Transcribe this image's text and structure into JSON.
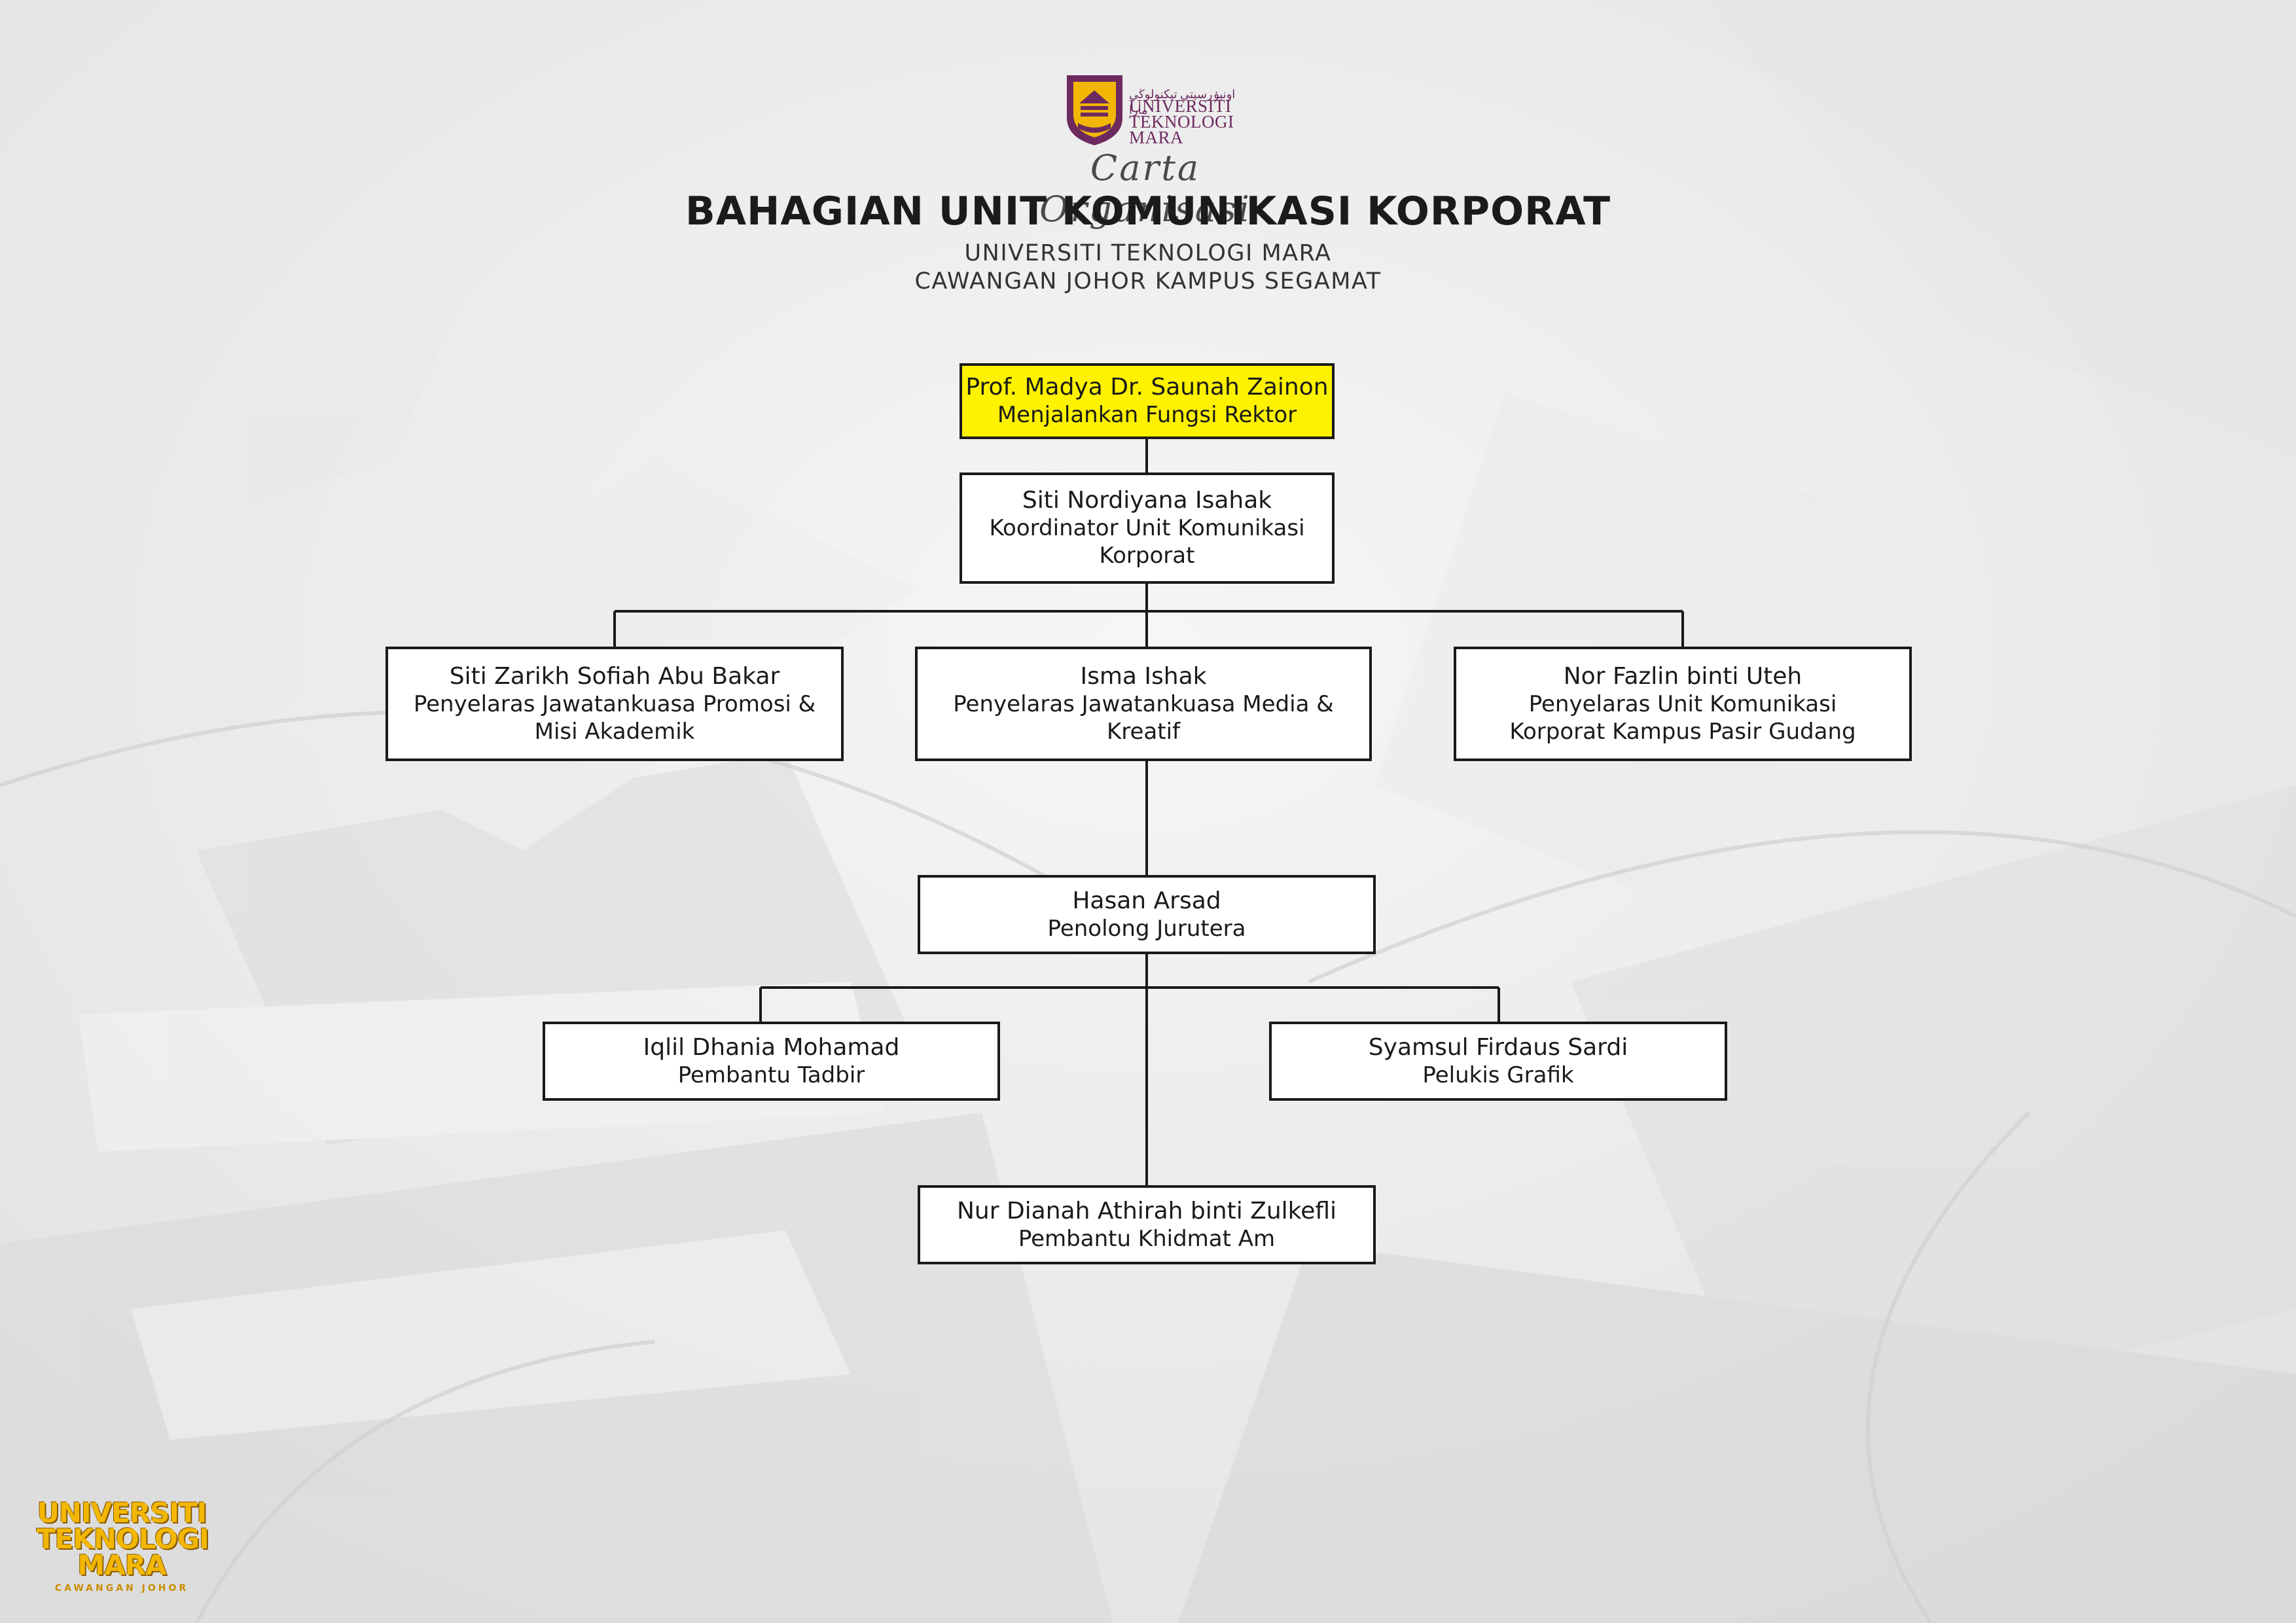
{
  "header": {
    "logo_text": [
      "UNIVERSITI",
      "TEKNOLOGI",
      "MARA"
    ],
    "logo_jawi": "اونيۏرسيتي تيكنولوڬي مارا",
    "carta": "Carta Organisasi",
    "title": "BAHAGIAN UNIT KOMUNIKASI KORPORAT",
    "subtitle_1": "UNIVERSITI TEKNOLOGI MARA",
    "subtitle_2": "CAWANGAN JOHOR KAMPUS SEGAMAT"
  },
  "nodes": {
    "rektor": {
      "name": "Prof. Madya Dr. Saunah Zainon",
      "role": "Menjalankan Fungsi Rektor"
    },
    "koordinator": {
      "name": "Siti Nordiyana Isahak",
      "role": "Koordinator Unit Komunikasi Korporat"
    },
    "promosi": {
      "name": "Siti Zarikh Sofiah Abu Bakar",
      "role": "Penyelaras Jawatankuasa Promosi & Misi Akademik"
    },
    "media": {
      "name": "Isma Ishak",
      "role": "Penyelaras Jawatankuasa Media & Kreatif"
    },
    "pasir_gudang": {
      "name": "Nor Fazlin binti Uteh",
      "role": "Penyelaras Unit Komunikasi Korporat Kampus Pasir Gudang"
    },
    "jurutera": {
      "name": "Hasan Arsad",
      "role": "Penolong Jurutera"
    },
    "tadbir": {
      "name": "Iqlil Dhania Mohamad",
      "role": "Pembantu Tadbir"
    },
    "grafik": {
      "name": "Syamsul Firdaus Sardi",
      "role": "Pelukis Grafik"
    },
    "khidmat": {
      "name": "Nur Dianah Athirah binti Zulkefli",
      "role": "Pembantu Khidmat Am"
    }
  },
  "footer": {
    "logo_text": [
      "UNIVERSITI",
      "TEKNOLOGI",
      "MARA"
    ],
    "logo_small": "CAWANGAN JOHOR"
  },
  "colors": {
    "highlight": "#fff200",
    "border": "#1a1a1a",
    "logo_purple": "#6d2a5f",
    "logo_gold": "#f2b705"
  }
}
